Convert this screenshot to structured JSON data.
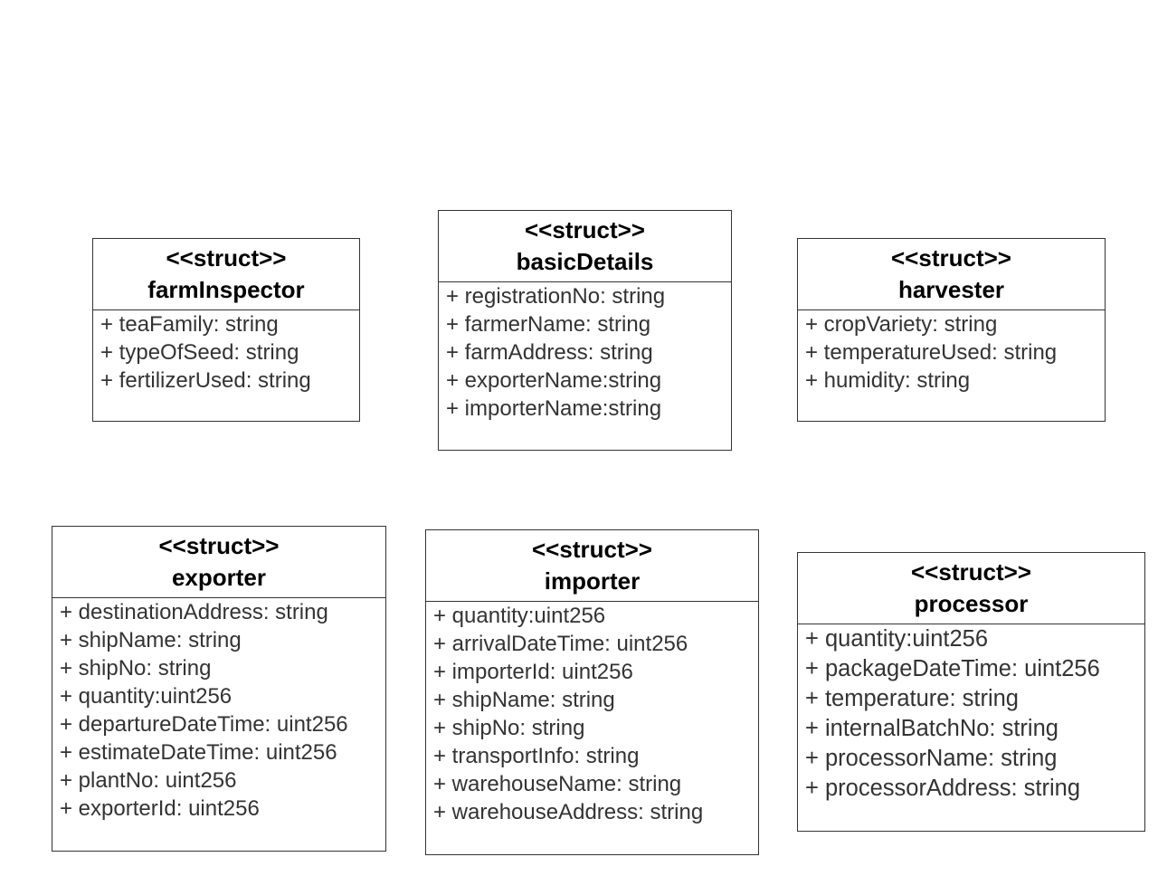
{
  "structs": {
    "farmInspector": {
      "stereotype": "<<struct>>",
      "name": "farmInspector",
      "fields": [
        "+ teaFamily: string",
        "+ typeOfSeed: string",
        "+ fertilizerUsed: string"
      ]
    },
    "basicDetails": {
      "stereotype": "<<struct>>",
      "name": "basicDetails",
      "fields": [
        "+ registrationNo: string",
        "+ farmerName: string",
        "+ farmAddress: string",
        "+ exporterName:string",
        "+ importerName:string"
      ]
    },
    "harvester": {
      "stereotype": "<<struct>>",
      "name": "harvester",
      "fields": [
        "+ cropVariety: string",
        "+ temperatureUsed: string",
        "+ humidity: string"
      ]
    },
    "exporter": {
      "stereotype": "<<struct>>",
      "name": "exporter",
      "fields": [
        "+ destinationAddress: string",
        "+ shipName: string",
        "+ shipNo: string",
        "+ quantity:uint256",
        "+ departureDateTime: uint256",
        "+ estimateDateTime: uint256",
        "+ plantNo: uint256",
        "+ exporterId: uint256"
      ]
    },
    "importer": {
      "stereotype": "<<struct>>",
      "name": "importer",
      "fields": [
        "+ quantity:uint256",
        "+ arrivalDateTime: uint256",
        "+ importerId: uint256",
        "+ shipName: string",
        "+ shipNo: string",
        "+ transportInfo: string",
        "+ warehouseName: string",
        "+ warehouseAddress: string"
      ]
    },
    "processor": {
      "stereotype": "<<struct>>",
      "name": "processor",
      "fields": [
        "+ quantity:uint256",
        "+ packageDateTime: uint256",
        "+ temperature: string",
        "+ internalBatchNo: string",
        "+ processorName: string",
        "+ processorAddress: string"
      ]
    }
  }
}
